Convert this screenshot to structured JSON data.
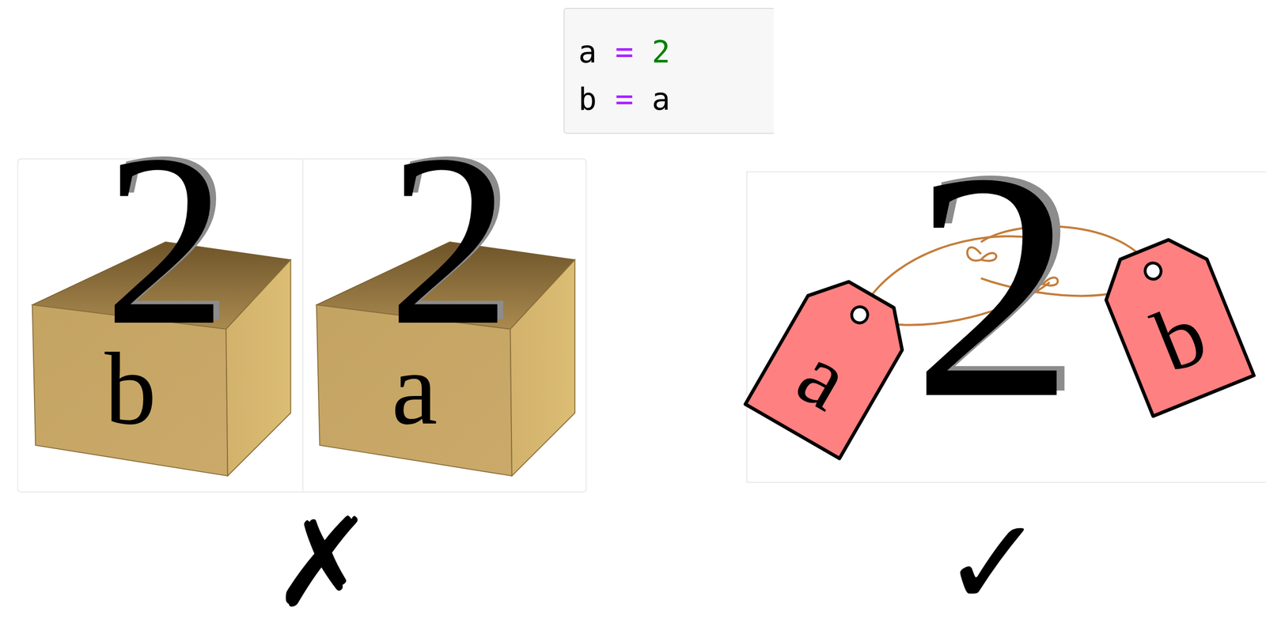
{
  "diagram": {
    "nodes": [
      {
        "text": [
          "a = 2",
          "b = a"
        ]
      },
      {
        "text": [
          "b"
        ]
      },
      {
        "text": [
          "a"
        ]
      },
      {
        "text": [
          "a"
        ]
      },
      {
        "text": [
          "b"
        ]
      }
    ],
    "labels": [
      "2",
      "2",
      "2",
      "✗",
      "✓"
    ]
  }
}
